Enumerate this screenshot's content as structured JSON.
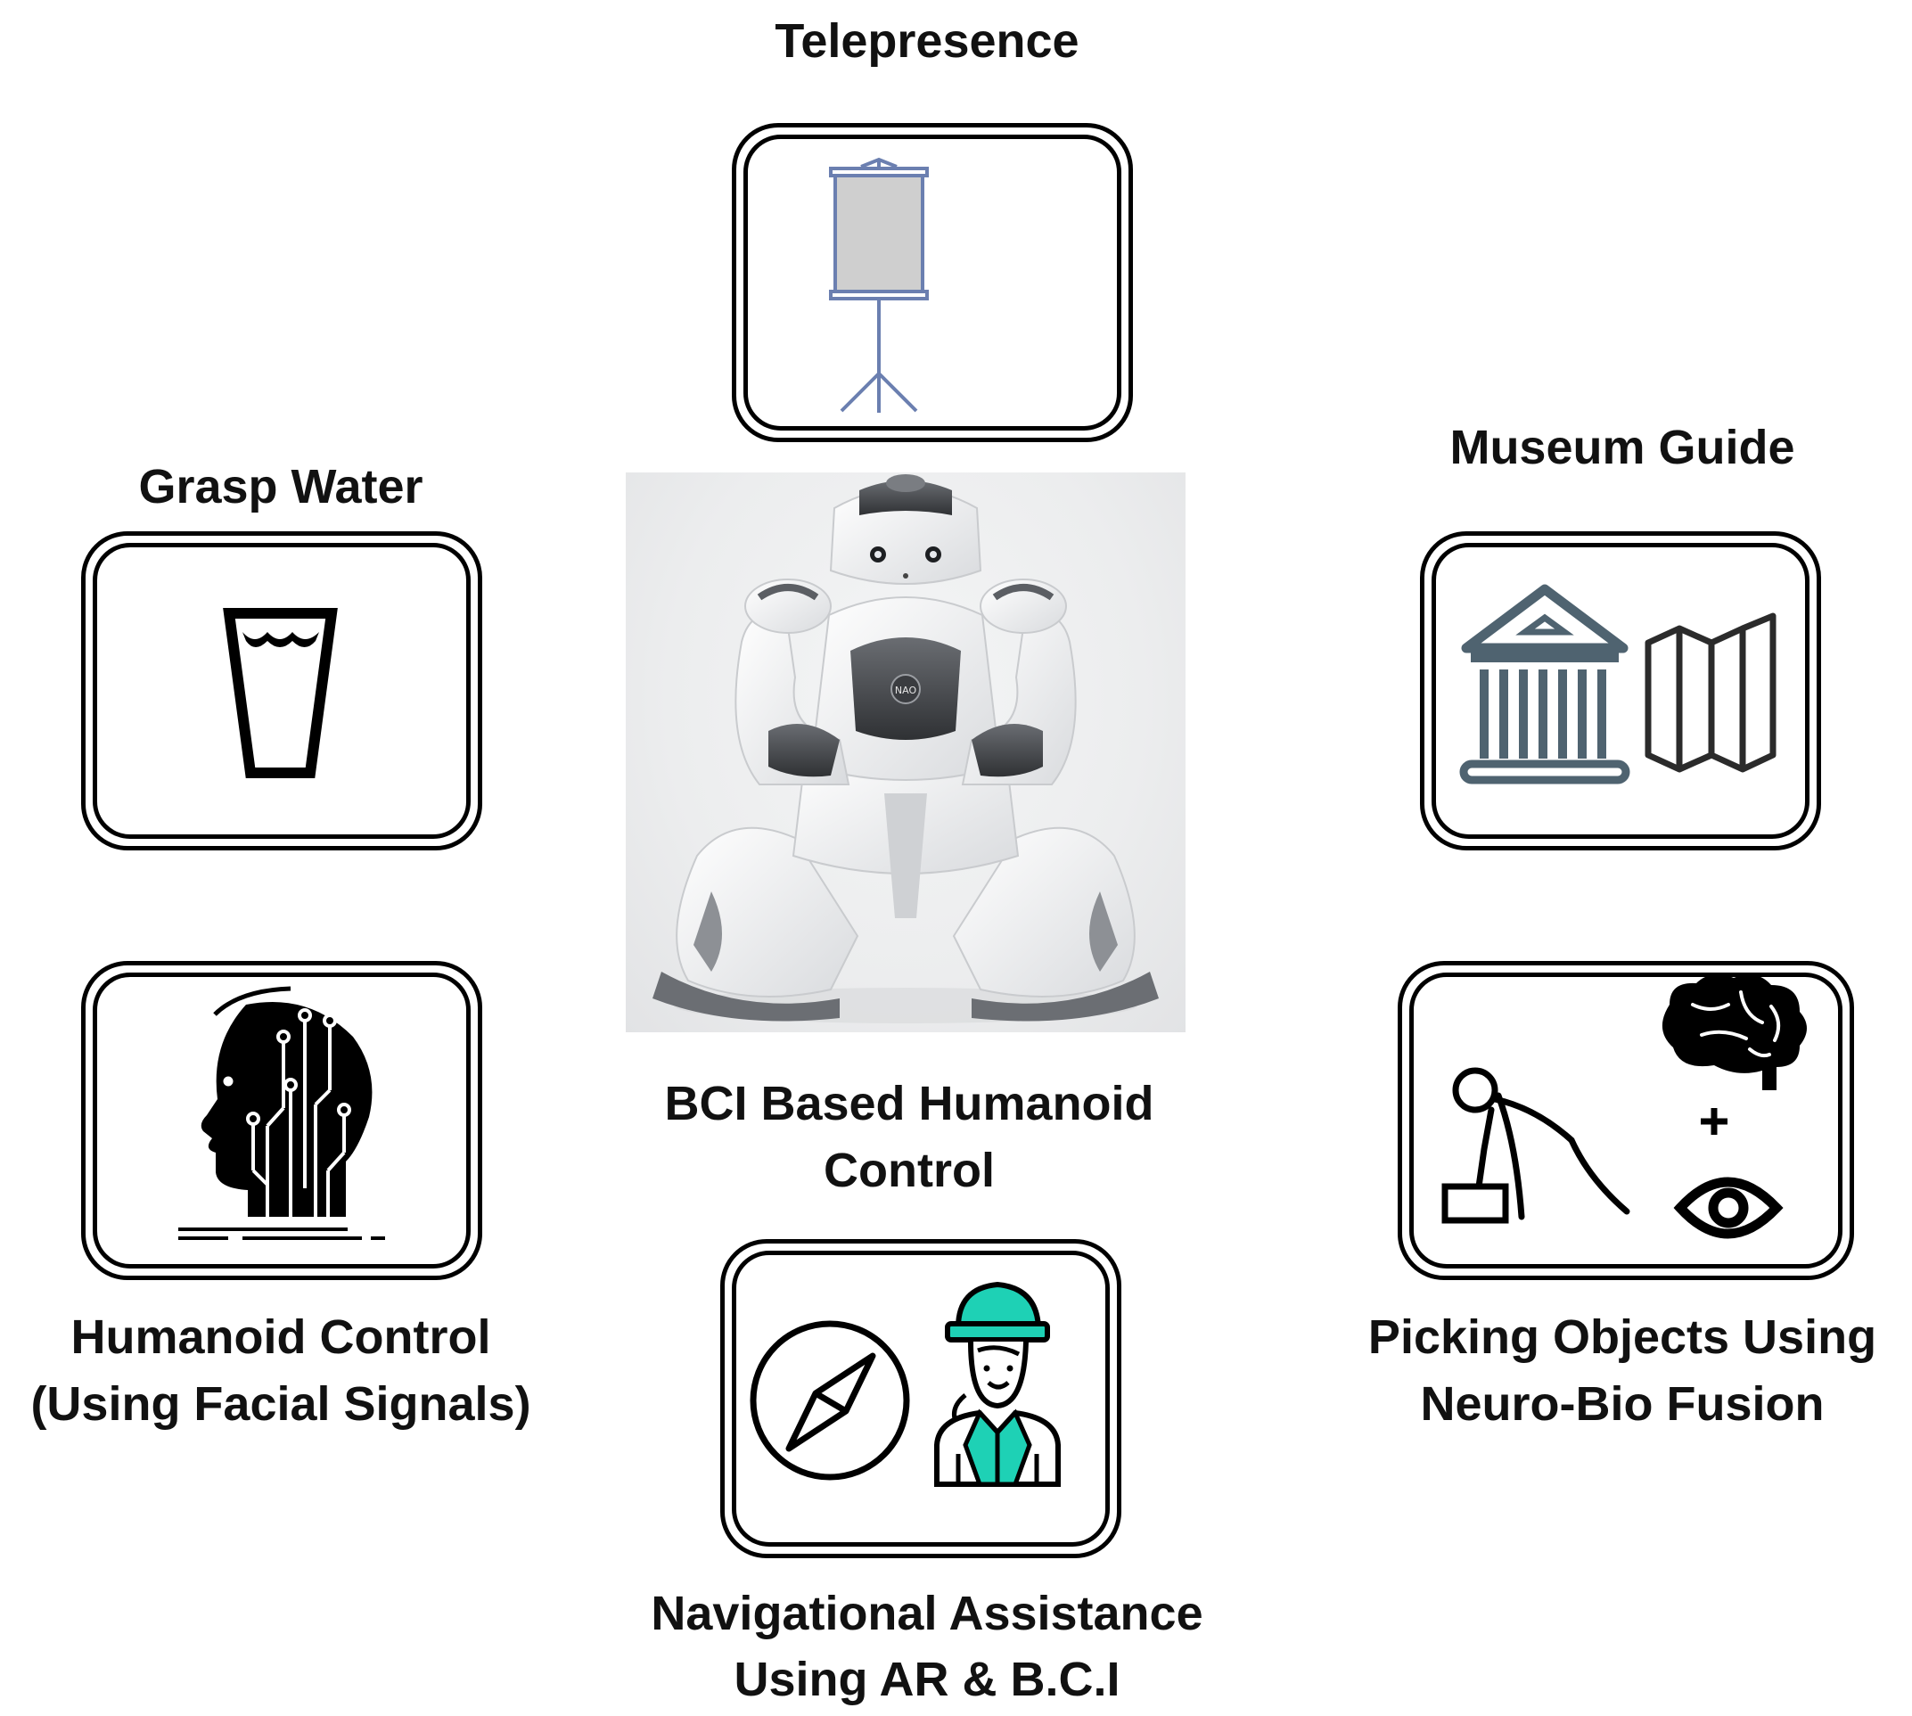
{
  "diagram": {
    "center_title_line1": "BCI Based Humanoid",
    "center_title_line2": "Control",
    "robot_badge": "NAO",
    "applications": {
      "telepresence": {
        "label": "Telepresence",
        "icon": "projector-screen-icon",
        "accent": "#6b7fb0"
      },
      "grasp_water": {
        "label": "Grasp Water",
        "icon": "water-glass-icon"
      },
      "museum_guide": {
        "label": "Museum Guide",
        "icons": [
          "museum-icon",
          "map-icon"
        ],
        "accent": "#4f6370"
      },
      "facial_control": {
        "label_line1": "Humanoid Control",
        "label_line2": "(Using Facial Signals)",
        "icon": "ai-head-icon"
      },
      "picking_objects": {
        "label_line1": "Picking Objects Using",
        "label_line2": "Neuro-Bio Fusion",
        "icons": [
          "person-picking-icon",
          "brain-icon",
          "plus-icon",
          "eye-icon"
        ]
      },
      "navigation": {
        "label_line1": "Navigational Assistance",
        "label_line2": "Using AR & B.C.I",
        "icons": [
          "compass-icon",
          "ar-helmet-person-icon"
        ],
        "accent": "#1ed1b5"
      }
    }
  }
}
